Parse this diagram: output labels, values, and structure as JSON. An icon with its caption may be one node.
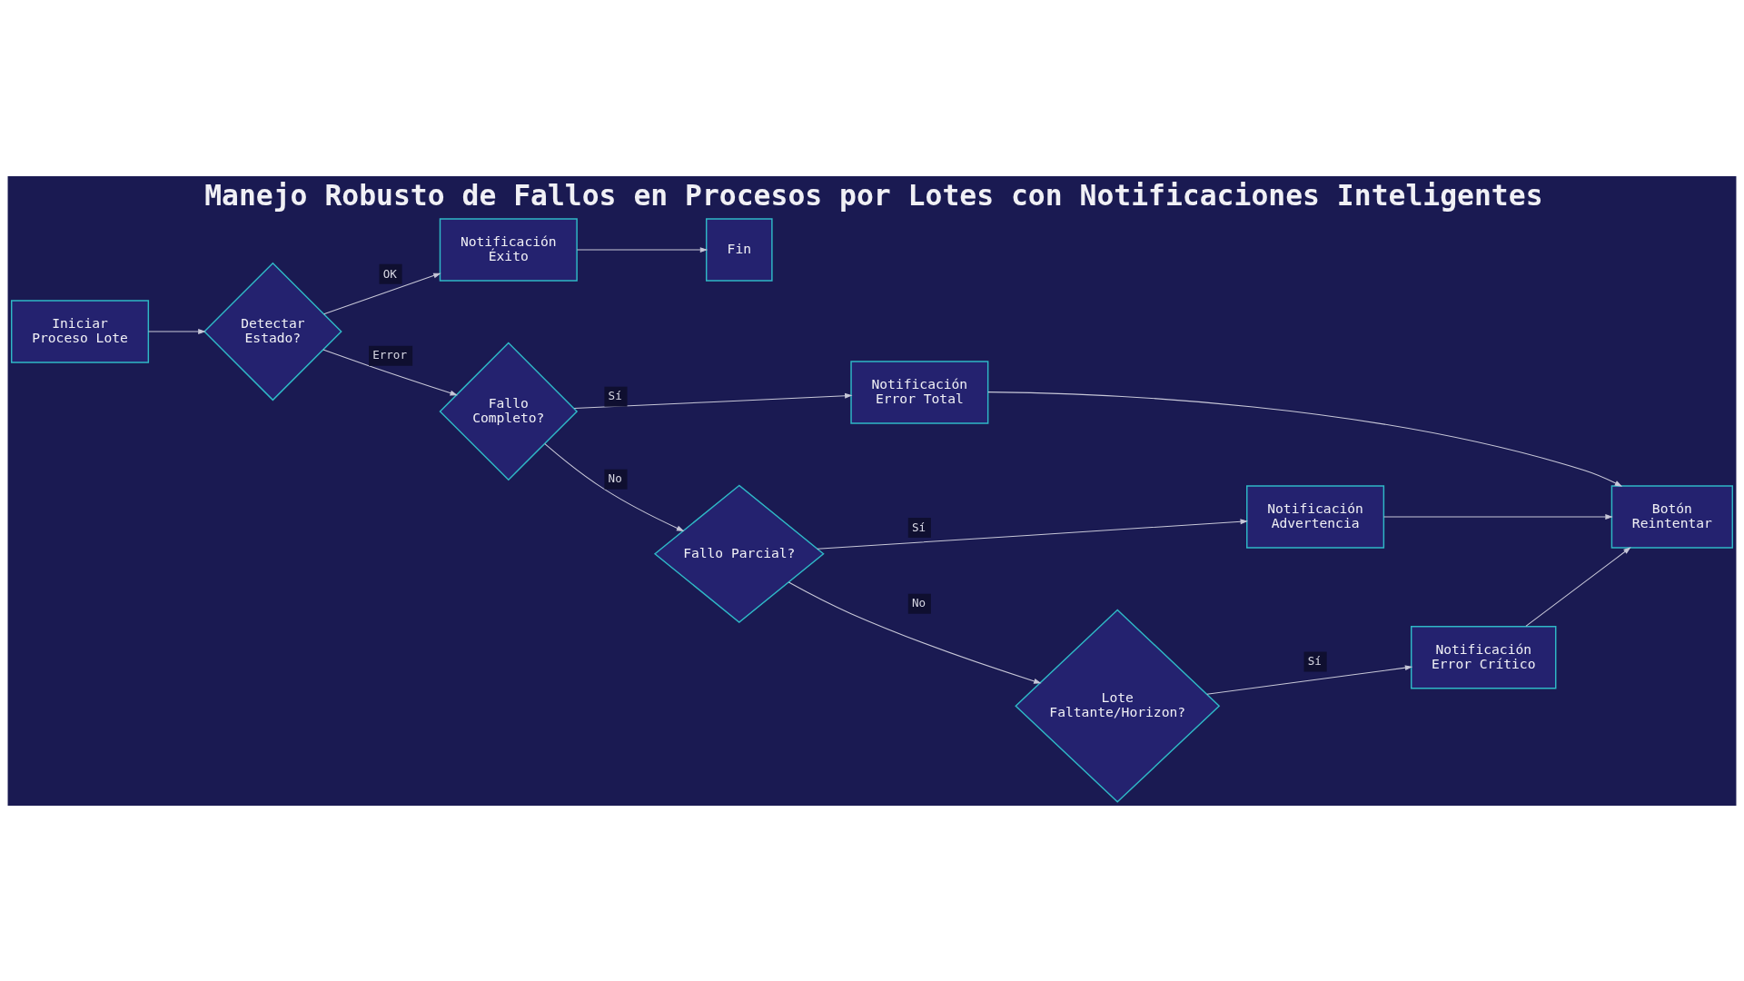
{
  "diagram": {
    "title": "Manejo Robusto de Fallos en Procesos por Lotes con Notificaciones Inteligentes",
    "nodes": [
      {
        "text": [
          "Iniciar Proceso Lote"
        ]
      },
      {
        "text": [
          "Detectar Estado?"
        ]
      },
      {
        "text": [
          "Notificación Éxito"
        ]
      },
      {
        "text": [
          "Fin"
        ]
      },
      {
        "text": [
          "Fallo Completo?"
        ]
      },
      {
        "text": [
          "Notificación Error Total"
        ]
      },
      {
        "text": [
          "Fallo Parcial?"
        ]
      },
      {
        "text": [
          "Notificación Advertencia"
        ]
      },
      {
        "text": [
          "Lote Faltante/Horizon?"
        ]
      },
      {
        "text": [
          "Notificación Error Crítico"
        ]
      },
      {
        "text": [
          "Botón Reintentar"
        ]
      }
    ],
    "edges": [
      {
        "from": 0,
        "to": 1,
        "arrow": "to"
      },
      {
        "from": 1,
        "to": 2,
        "arrow": "to",
        "label": "OK"
      },
      {
        "from": 2,
        "to": 3,
        "arrow": "to"
      },
      {
        "from": 1,
        "to": 4,
        "arrow": "to",
        "label": "Error"
      },
      {
        "from": 4,
        "to": 5,
        "arrow": "to",
        "label": "Sí"
      },
      {
        "from": 4,
        "to": 6,
        "arrow": "to",
        "label": "No"
      },
      {
        "from": 6,
        "to": 7,
        "arrow": "to",
        "label": "Sí"
      },
      {
        "from": 6,
        "to": 8,
        "arrow": "to",
        "label": "No"
      },
      {
        "from": 8,
        "to": 9,
        "arrow": "to",
        "label": "Sí"
      },
      {
        "from": 5,
        "to": 10,
        "arrow": "to"
      },
      {
        "from": 7,
        "to": 10,
        "arrow": "to"
      },
      {
        "from": 9,
        "to": 10,
        "arrow": "to"
      }
    ]
  }
}
